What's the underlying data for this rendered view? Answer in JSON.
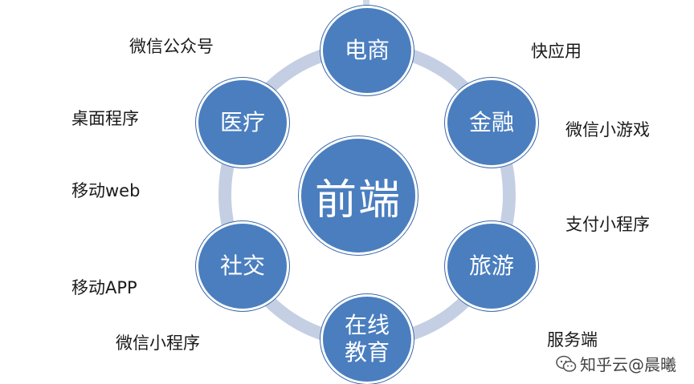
{
  "center": {
    "label": "前端"
  },
  "nodes": [
    {
      "label": "电商"
    },
    {
      "label": "金融"
    },
    {
      "label": "旅游"
    },
    {
      "label": "在线\n教育"
    },
    {
      "label": "社交"
    },
    {
      "label": "医疗"
    }
  ],
  "platforms": [
    "微信公众号",
    "桌面程序",
    "移动web",
    "移动APP",
    "微信小程序",
    "快应用",
    "微信小游戏",
    "支付小程序",
    "服务端"
  ],
  "watermark": {
    "text": "知乎云@晨曦"
  },
  "colors": {
    "node_fill": "#4a7ebf",
    "ring": "#c5cfe3",
    "text": "#1a1a1a"
  }
}
